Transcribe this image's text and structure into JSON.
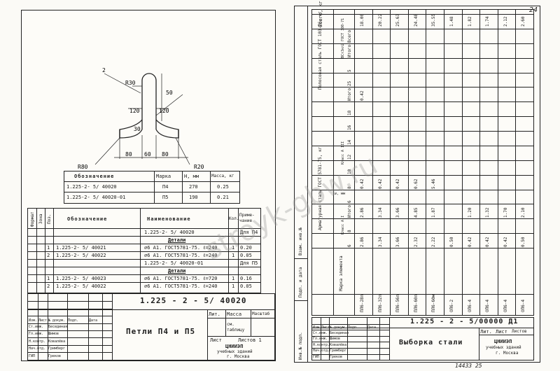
{
  "left_sheet": {
    "drawing": {
      "pos_mark": "2",
      "dims": {
        "r30": "R30",
        "d50": "50",
        "d120a": "120",
        "d120b": "120",
        "d30": "30",
        "d80a": "80",
        "d60": "60",
        "d80b": "80",
        "r80": "R80",
        "r20": "R20"
      }
    },
    "designation_table": {
      "headers": [
        "Обозначение",
        "Марка",
        "Н, мм",
        "Масса, кг"
      ],
      "rows": [
        [
          "1.225-2- 5/ 40020",
          "П4",
          "270",
          "0.25"
        ],
        [
          "1.225-2- 5/ 40020-01",
          "П5",
          "190",
          "0.21"
        ]
      ]
    },
    "spec_table": {
      "headers": {
        "format": "Формат",
        "zone": "Зона",
        "pos": "Поз.",
        "designation": "Обозначение",
        "name": "Наименование",
        "qty": "Кол.",
        "note": "Приме- чание"
      },
      "rows": [
        {
          "pos": "",
          "des": "",
          "name": "1.225-2- 5/ 40020",
          "qty": "",
          "note": "Для П4"
        },
        {
          "pos": "",
          "des": "",
          "name": "Детали",
          "qty": "",
          "note": ""
        },
        {
          "pos": "1",
          "des": "1.225-2- 5/ 40021",
          "name": "⌀6 А1. ГОСТ5781-75. ℓ=240",
          "qty": "1",
          "note": "0.20"
        },
        {
          "pos": "2",
          "des": "1.225-2- 5/ 40022",
          "name": "⌀6 А1. ГОСТ5781-75. ℓ=240",
          "qty": "1",
          "note": "0.05"
        },
        {
          "pos": "",
          "des": "",
          "name": "1.225-2- 5/ 40020-01",
          "qty": "",
          "note": "Для П5"
        },
        {
          "pos": "",
          "des": "",
          "name": "Детали",
          "qty": "",
          "note": ""
        },
        {
          "pos": "1",
          "des": "1.225-2- 5/ 40023",
          "name": "⌀6 А1. ГОСТ5781-75. ℓ=720",
          "qty": "1",
          "note": "0.16"
        },
        {
          "pos": "2",
          "des": "1.225-2- 5/ 40022",
          "name": "⌀6 А1. ГОСТ5781-75. ℓ=240",
          "qty": "1",
          "note": "0.05"
        }
      ]
    },
    "title_block": {
      "code": "1.225 - 2 - 5/ 40020",
      "title": "Петли П4 и П5",
      "col_labels": [
        "Изм.",
        "Лист",
        "№ докум.",
        "Подп.",
        "Дата"
      ],
      "lit_label": "Лит.",
      "mass_label": "Масса",
      "scale_label": "Масштаб",
      "mass_value": "см. таблицу",
      "sheet_label": "Лист",
      "sheets_label": "Листов 1",
      "org": [
        "ЦНИИЭП",
        "учебных зданий",
        "г. Москва"
      ],
      "signers": [
        {
          "role": "Ст.инж.",
          "name": "Бесединая"
        },
        {
          "role": "Гл.инж.",
          "name": "Шимов"
        },
        {
          "role": "Н.контр.",
          "name": "Ковалёва"
        },
        {
          "role": "Нач.отд.",
          "name": "Гримберг"
        },
        {
          "role": "ГИП",
          "name": "Греков"
        }
      ]
    }
  },
  "right_sheet": {
    "page_number": "24",
    "bottom_note": "14433  25",
    "side_labels": [
      "Инв.№ подл.",
      "Подп. и дата",
      "Взам. инв.№"
    ],
    "header_total": "Всего, кг",
    "header_rebar": "Арматурная сталь ГОСТ 5781-75, кг",
    "header_strip": "Полосовая сталь ГОСТ 103-76, кг",
    "header_mark": "Марка элемента",
    "header_class1": "Класс А I",
    "header_class3": "Класс А III",
    "header_diam": "⌀, мм",
    "header_itogo": "Итого",
    "header_vst": "ВСт3кп2 ГОСТ 380-71",
    "header_sizes": "δ, мм / в, мм",
    "col_headers": [
      "6",
      "8",
      "Итого",
      "6",
      "8",
      "10",
      "12",
      "14",
      "16",
      "18",
      "Итого",
      "25",
      "5",
      "Итого",
      "Всего"
    ],
    "rows": [
      {
        "mark": "ПЛ6-28п",
        "v": [
          "2.86",
          "",
          "2.86",
          "",
          "0.42",
          "",
          "",
          "",
          "",
          "",
          "0.42",
          "",
          "",
          "",
          "",
          ""
        ],
        "total": "18.00"
      },
      {
        "mark": "ПЛ6-32п",
        "v": [
          "3.34",
          "",
          "3.34",
          "",
          "0.42",
          "",
          "",
          "",
          "",
          "",
          "",
          "",
          "",
          "",
          "",
          ""
        ],
        "total": "20.22"
      },
      {
        "mark": "ПЛ6-56п",
        "v": [
          "3.66",
          "",
          "3.66",
          "",
          "0.42",
          "",
          "",
          "",
          "",
          "",
          "",
          "",
          "",
          "",
          "",
          ""
        ],
        "total": "25.63"
      },
      {
        "mark": "ПЛ6-60п",
        "v": [
          "2.32",
          "",
          "4.85",
          "",
          "0.62",
          "",
          "",
          "",
          "",
          "",
          "",
          "",
          "",
          "",
          "",
          ""
        ],
        "total": "24.48"
      },
      {
        "mark": "ПЛ6-60м",
        "v": [
          "2.22",
          "",
          "1.87",
          "",
          "5.46",
          "",
          "",
          "",
          "",
          "",
          "",
          "",
          "",
          "",
          "",
          ""
        ],
        "total": "35.55"
      },
      {
        "mark": "ОП6-2",
        "v": [
          "0.50",
          "",
          "",
          "",
          "",
          "",
          "",
          "",
          "",
          "",
          "",
          "",
          "",
          "",
          "",
          ""
        ],
        "total": "1.48"
      },
      {
        "mark": "ОП6-4",
        "v": [
          "0.42",
          "",
          "1.20",
          "",
          "",
          "",
          "",
          "",
          "",
          "",
          "",
          "",
          "",
          "",
          "",
          ""
        ],
        "total": "1.82"
      },
      {
        "mark": "ОП6-4",
        "v": [
          "0.42",
          "",
          "1.32",
          "",
          "",
          "",
          "",
          "",
          "",
          "",
          "",
          "",
          "",
          "",
          "",
          ""
        ],
        "total": "1.74"
      },
      {
        "mark": "ОП6-4",
        "v": [
          "0.42",
          "",
          "1.70",
          "",
          "",
          "",
          "",
          "",
          "",
          "",
          "",
          "",
          "",
          "",
          "",
          ""
        ],
        "total": "2.12"
      },
      {
        "mark": "ОП6-4",
        "v": [
          "0.50",
          "",
          "2.10",
          "",
          "",
          "",
          "",
          "",
          "",
          "",
          "",
          "",
          "",
          "",
          "",
          ""
        ],
        "total": "2.60"
      }
    ],
    "title_block": {
      "code": "1.225 - 2 - 5/00000 Д1",
      "title": "Выборка стали",
      "col_labels": [
        "Изм.",
        "Лист",
        "№ докум.",
        "Подп.",
        "Дата"
      ],
      "lit_label": "Лит.",
      "sheet_label": "Лист",
      "sheets_label": "Листов",
      "org": [
        "ЦНИИЭП",
        "учебных зданий",
        "г. Москва"
      ],
      "signers": [
        {
          "role": "Ст.инж.",
          "name": "Бесединая"
        },
        {
          "role": "Гл.инж.",
          "name": "Шимов"
        },
        {
          "role": "Н.контр.",
          "name": "Ковалёва"
        },
        {
          "role": "Нач.отд.",
          "name": "Гримберг"
        },
        {
          "role": "ГИП",
          "name": "Греков"
        }
      ]
    }
  },
  "watermark": "stroyk-gbw.ru"
}
